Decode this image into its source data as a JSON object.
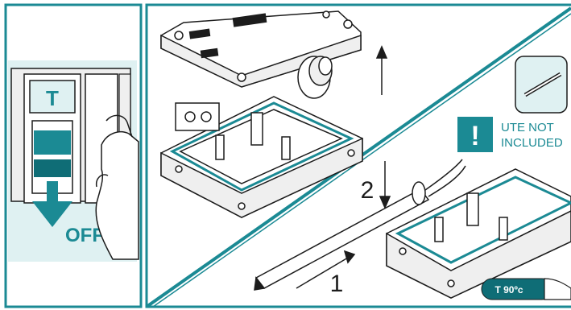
{
  "colors": {
    "teal": "#1b8a94",
    "teal_dark": "#0f6d76",
    "light_teal": "#dff1f2",
    "grey_fill": "#efefef",
    "line": "#1c1c1c",
    "panel_bg": "#ffffff"
  },
  "panel_left": {
    "switch_letter": "T",
    "off_label": "OFF"
  },
  "panel_right": {
    "step1_number": "1",
    "step2_number": "2",
    "warning_line1": "UTE NOT",
    "warning_line2": "INCLUDED",
    "cable_badge": "T 90ºc",
    "warning_icon": "exclamation-icon",
    "tool_icon": "screwdriver-icon"
  }
}
